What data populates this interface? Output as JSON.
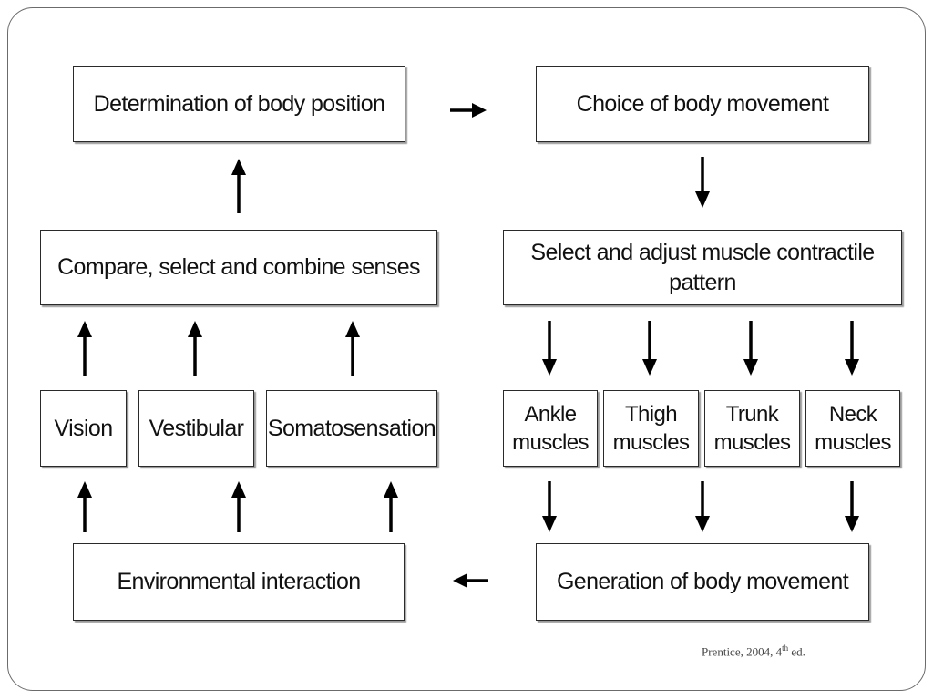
{
  "diagram": {
    "nodes": {
      "determination": "Determination of body position",
      "choice": "Choice of body movement",
      "compare": "Compare, select and combine senses",
      "select_adjust": "Select and adjust muscle contractile pattern",
      "vision": "Vision",
      "vestibular": "Vestibular",
      "somatosensation": "Somatosensation",
      "ankle": [
        "Ankle",
        "muscles"
      ],
      "thigh": [
        "Thigh",
        "muscles"
      ],
      "trunk": [
        "Trunk",
        "muscles"
      ],
      "neck": [
        "Neck",
        "muscles"
      ],
      "environmental": "Environmental interaction",
      "generation": "Generation of body movement"
    },
    "edges": [
      {
        "from": "determination",
        "to": "choice"
      },
      {
        "from": "choice",
        "to": "select_adjust"
      },
      {
        "from": "select_adjust",
        "to": "ankle"
      },
      {
        "from": "select_adjust",
        "to": "thigh"
      },
      {
        "from": "select_adjust",
        "to": "trunk"
      },
      {
        "from": "select_adjust",
        "to": "neck"
      },
      {
        "from": "ankle",
        "to": "generation"
      },
      {
        "from": "thigh",
        "to": "generation"
      },
      {
        "from": "neck",
        "to": "generation"
      },
      {
        "from": "generation",
        "to": "environmental"
      },
      {
        "from": "environmental",
        "to": "vision"
      },
      {
        "from": "environmental",
        "to": "vestibular"
      },
      {
        "from": "environmental",
        "to": "somatosensation"
      },
      {
        "from": "vision",
        "to": "compare"
      },
      {
        "from": "vestibular",
        "to": "compare"
      },
      {
        "from": "somatosensation",
        "to": "compare"
      },
      {
        "from": "compare",
        "to": "determination"
      }
    ]
  },
  "citation": {
    "text": "Prentice, 2004, 4",
    "superscript": "th",
    "suffix": " ed."
  },
  "colors": {
    "box_border": "#2a2a2a",
    "arrow": "#000000",
    "frame": "#6b6b6b"
  }
}
